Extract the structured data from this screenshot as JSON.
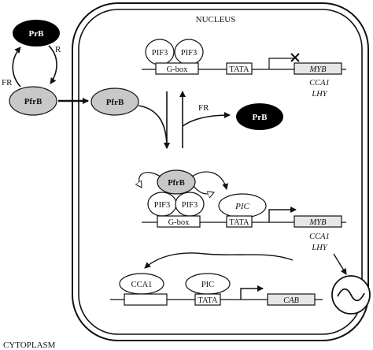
{
  "compartments": {
    "nucleus": "NUCLEUS",
    "cytoplasm": "CYTOPLASM"
  },
  "phytochrome": {
    "prb": "PrB",
    "pfrb": "PfrB",
    "r_label": "R",
    "fr_label": "FR"
  },
  "factors": {
    "pif3": "PIF3",
    "pic": "PIC",
    "cca1": "CCA1"
  },
  "promoter": {
    "gbox": "G-box",
    "tata": "TATA"
  },
  "genes": {
    "myb": "MYB",
    "cca1": "CCA1",
    "lhy": "LHY",
    "cab": "CAB"
  },
  "colors": {
    "prb_fill": "#000000",
    "pfrb_fill": "#c8c8c8",
    "gene_fill": "#e6e6e6",
    "line": "#111111"
  }
}
